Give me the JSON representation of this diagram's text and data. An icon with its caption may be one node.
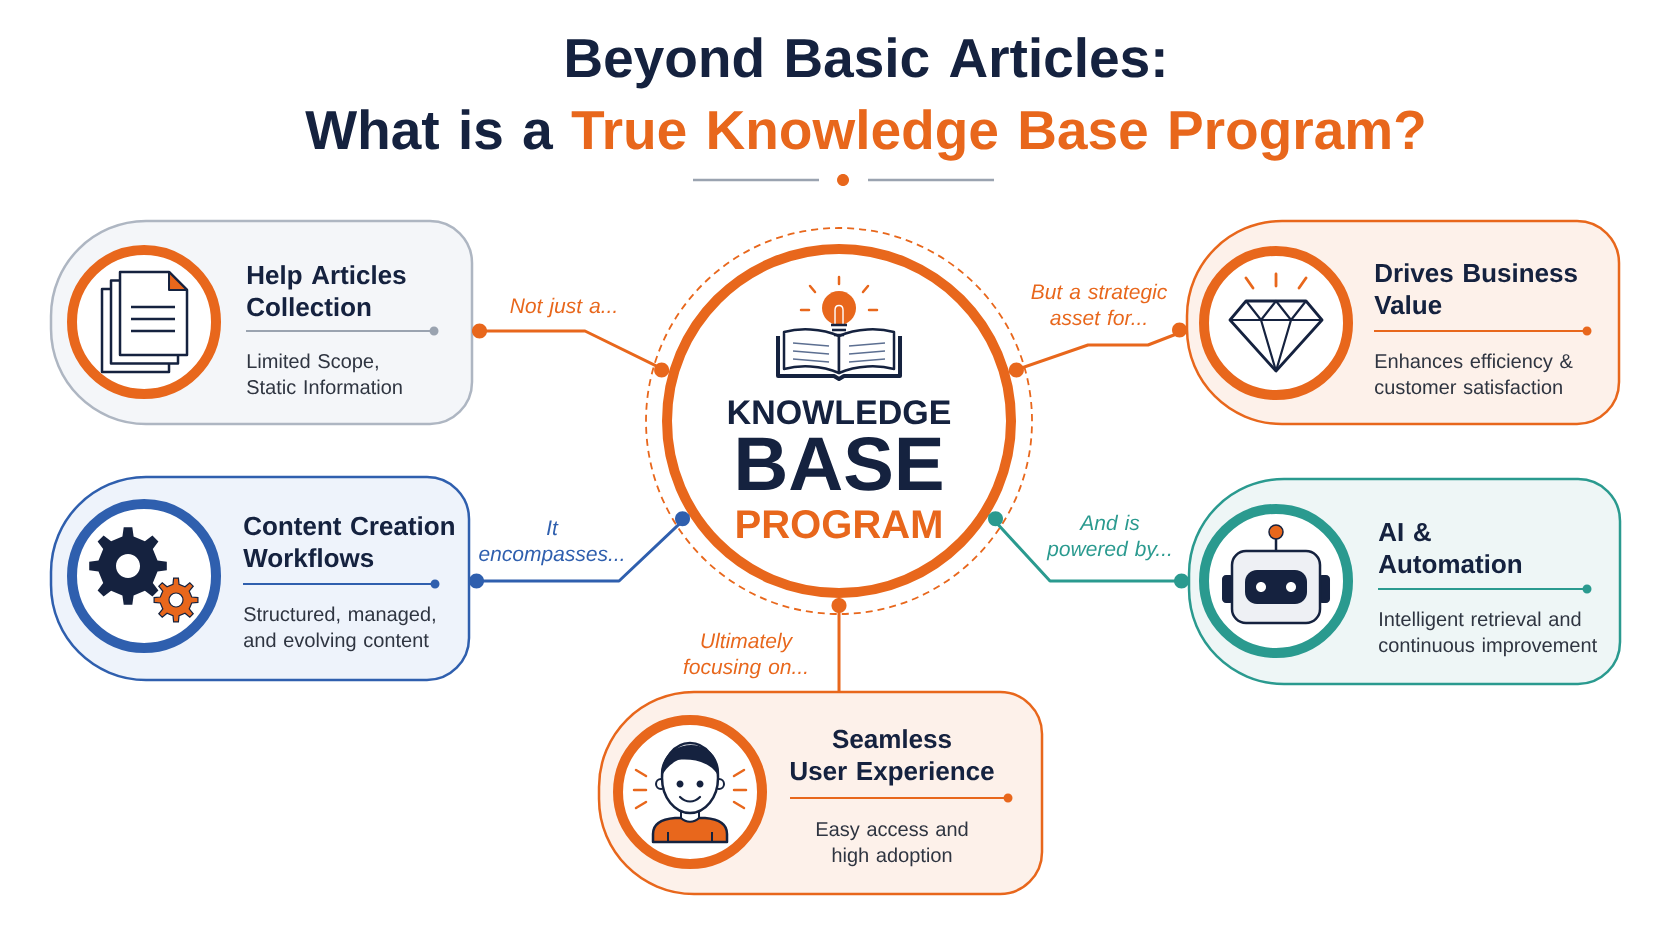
{
  "diagram": {
    "title": "Beyond Basic Articles: What is a **True Knowledge Base Program?**",
    "nodes": [
      {
        "text": [
          "Help Articles Collection",
          "Limited Scope, Static Information"
        ]
      },
      {
        "text": [
          "KNOWLEDGE",
          "BASE",
          "PROGRAM"
        ]
      },
      {
        "text": [
          "Drives Business Value",
          "Enhances efficiency & customer satisfaction"
        ]
      },
      {
        "text": [
          "Content Creation Workflows",
          "Structured, managed, and evolving content"
        ]
      },
      {
        "text": [
          "AI & Automation",
          "Intelligent retrieval and continuous improvement"
        ]
      },
      {
        "text": [
          "Seamless User Experience",
          "Easy access and high adoption"
        ]
      }
    ],
    "edges": [
      {
        "from": 1,
        "to": 0,
        "arrow": "other",
        "label": "Not just a..."
      },
      {
        "from": 1,
        "to": 2,
        "arrow": "other",
        "label": "But a strategic asset for..."
      },
      {
        "from": 1,
        "to": 3,
        "arrow": "other",
        "label": "It encompasses...",
        "color": "#2f5fae"
      },
      {
        "from": 1,
        "to": 4,
        "arrow": "other",
        "label": "And is powered by...",
        "color": "#2a9a8f"
      },
      {
        "from": 1,
        "to": 5,
        "arrow": "other",
        "label": "Ultimately focusing on..."
      }
    ]
  }
}
